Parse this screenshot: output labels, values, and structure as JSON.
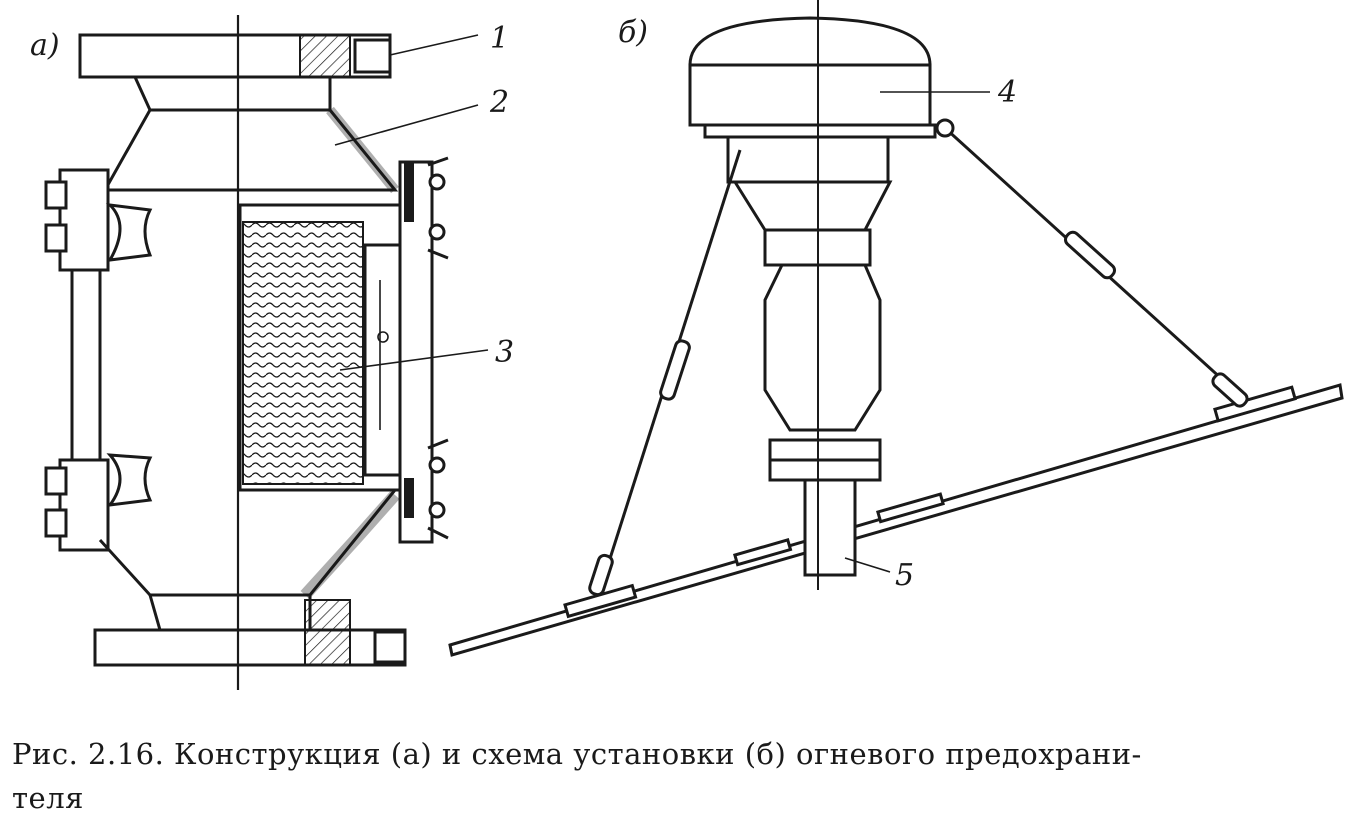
{
  "figure": {
    "panel_a_label": "а)",
    "panel_b_label": "б)",
    "callouts": [
      "1",
      "2",
      "3",
      "4",
      "5"
    ]
  },
  "caption": {
    "line1": "Рис. 2.16. Конструкция (а) и схема установки (б) огневого предохрани-",
    "line2": "теля"
  }
}
